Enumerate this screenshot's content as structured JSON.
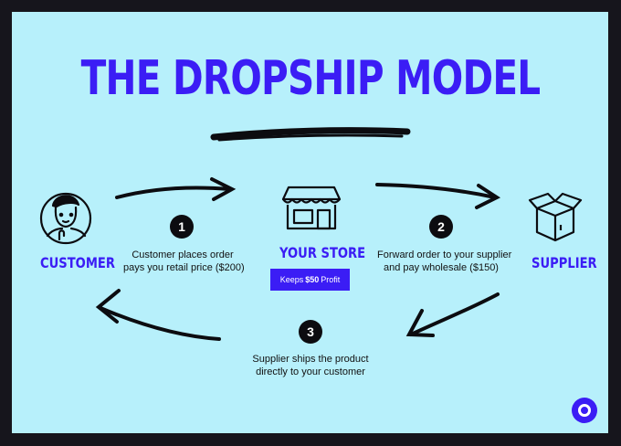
{
  "title": "THE DROPSHIP MODEL",
  "nodes": {
    "customer": "CUSTOMER",
    "store": "YOUR STORE",
    "supplier": "SUPPLIER"
  },
  "store_badge": {
    "prefix": "Keeps",
    "amount": "$50",
    "suffix": "Profit"
  },
  "steps": [
    {
      "number": "1",
      "lines": [
        "Customer places order",
        "pays you retail price ($200)"
      ]
    },
    {
      "number": "2",
      "lines": [
        "Forward order to your supplier",
        "and pay wholesale ($150)"
      ]
    },
    {
      "number": "3",
      "lines": [
        "Supplier ships the product",
        "directly to your customer"
      ]
    }
  ],
  "colors": {
    "accent": "#3b1df5",
    "background": "#b7f0fb",
    "frame": "#16151c",
    "ink": "#0c0c10"
  },
  "icons": [
    "customer-avatar-icon",
    "storefront-icon",
    "box-icon",
    "chat-icon"
  ]
}
